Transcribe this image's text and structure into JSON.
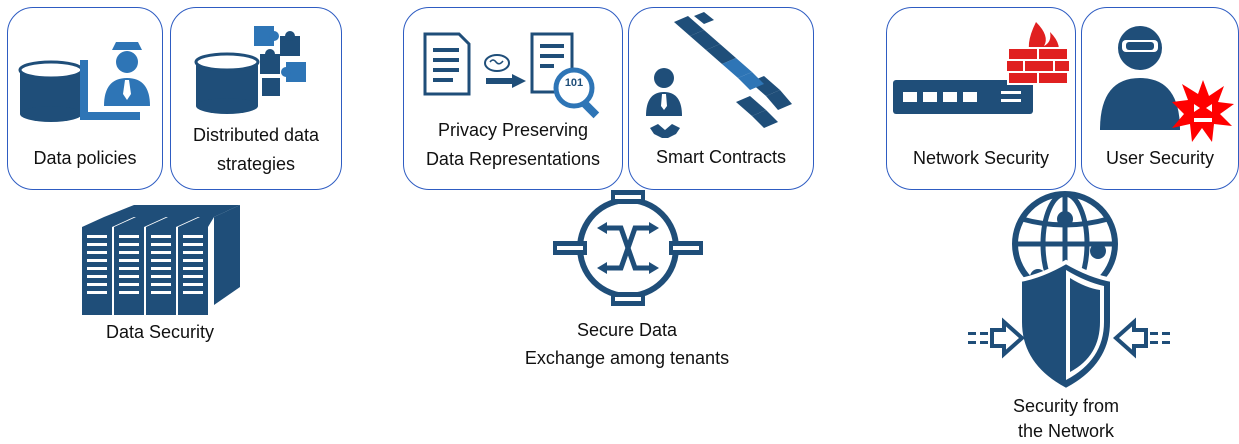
{
  "colors": {
    "primary": "#1f4e79",
    "accent": "#2e75b6",
    "box_border": "#2e5cc2",
    "alert_red": "#ff0000",
    "firewall_red": "#e02020"
  },
  "cards": {
    "data_policies": "Data policies",
    "distributed_strategies_line1": "Distributed data",
    "distributed_strategies_line2": "strategies",
    "privacy_line1": "Privacy Preserving",
    "privacy_line2": "Data Representations",
    "privacy_badge": "101",
    "smart_contracts": "Smart Contracts",
    "network_security": "Network Security",
    "user_security": "User Security"
  },
  "groups": {
    "data_security": "Data Security",
    "secure_exchange_line1": "Secure Data",
    "secure_exchange_line2": "Exchange among tenants",
    "network_line1": "Security from",
    "network_line2": "the Network"
  },
  "icons": [
    "database-icon",
    "officer-icon",
    "puzzle-icon",
    "document-icon",
    "brain-icon",
    "magnifier-icon",
    "person-icon",
    "handshake-icon",
    "blockchain-icon",
    "firewall-icon",
    "switch-icon",
    "hacker-icon",
    "alert-burst-icon",
    "server-rack-icon",
    "network-exchange-icon",
    "globe-icon",
    "shield-icon",
    "arrow-in-icon"
  ]
}
